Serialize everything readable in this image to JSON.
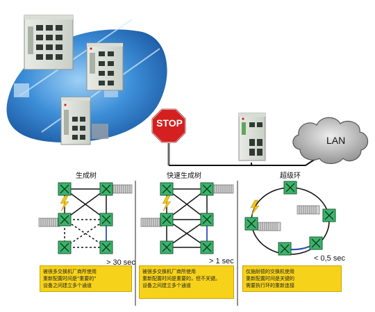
{
  "top": {
    "stop_sign": "STOP",
    "cloud_label": "LAN"
  },
  "panels": [
    {
      "title": "生成树",
      "time": "> 30 sec",
      "note_lines": [
        "被很多交换机厂商所使用",
        "重新配置时间是\"重要的\"",
        "设备之间建立多个通道"
      ]
    },
    {
      "title": "快速生成树",
      "time": "> 1 sec",
      "note_lines": [
        "被很多交换机厂商所使用",
        "重新配置时间是重要的，但不关键。",
        "设备之间建立多个通道"
      ]
    },
    {
      "title": "超级环",
      "time": "< 0,5 sec",
      "note_lines": [
        "仅施耐德的交换机使用",
        "重新配置时间是关键的",
        "需要执行环的重新连接"
      ]
    }
  ],
  "colors": {
    "switch_fill": "#3cb36b",
    "note_fill": "#f6d21a",
    "stop_red": "#d42020",
    "blob_blue": "#2a78c8"
  }
}
